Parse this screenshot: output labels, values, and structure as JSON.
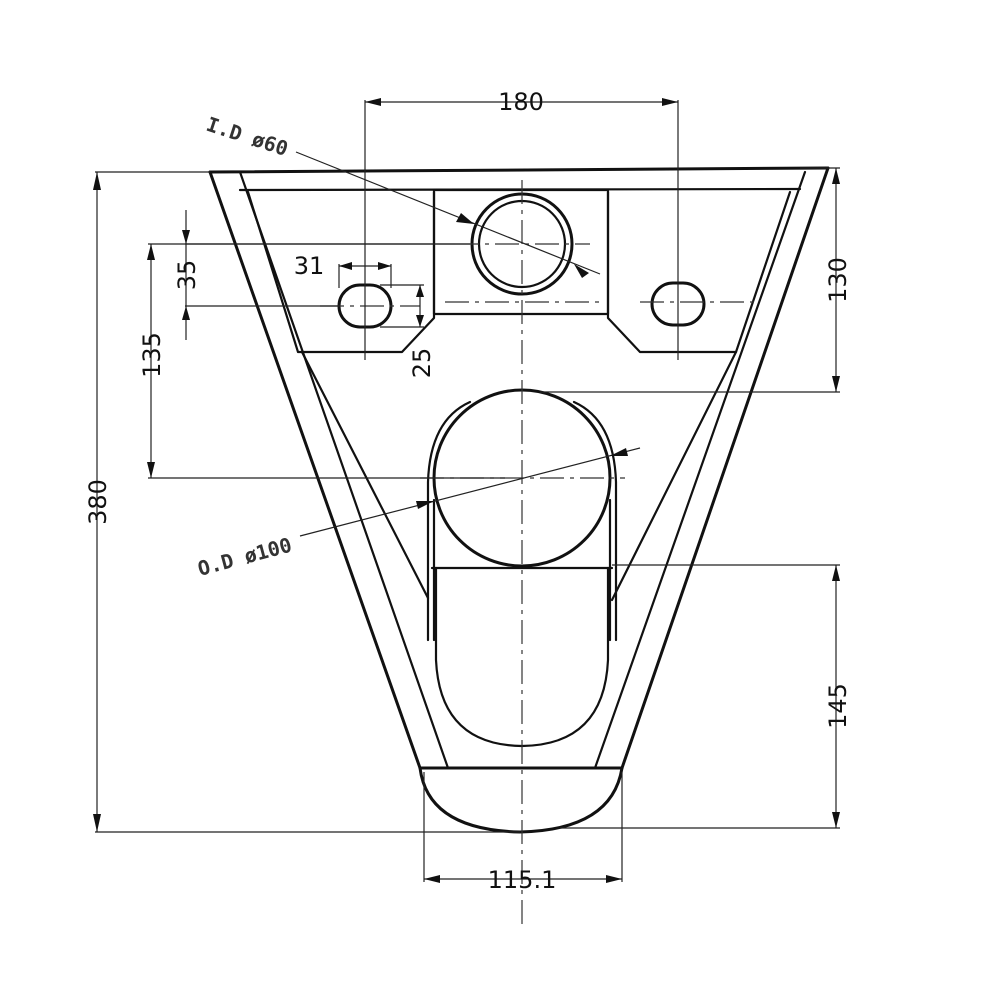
{
  "drawing": {
    "dimensions": {
      "top_width": "180",
      "inner_diameter_note": "I.D ø60",
      "hole_spacing_vertical": "35",
      "hole_width": "31",
      "overall_height": "380",
      "upper_to_outlet": "135",
      "hole_offset": "25",
      "right_upper_height": "130",
      "outer_diameter_note": "O.D ø100",
      "lower_height": "145",
      "bottom_width": "115.1"
    }
  }
}
